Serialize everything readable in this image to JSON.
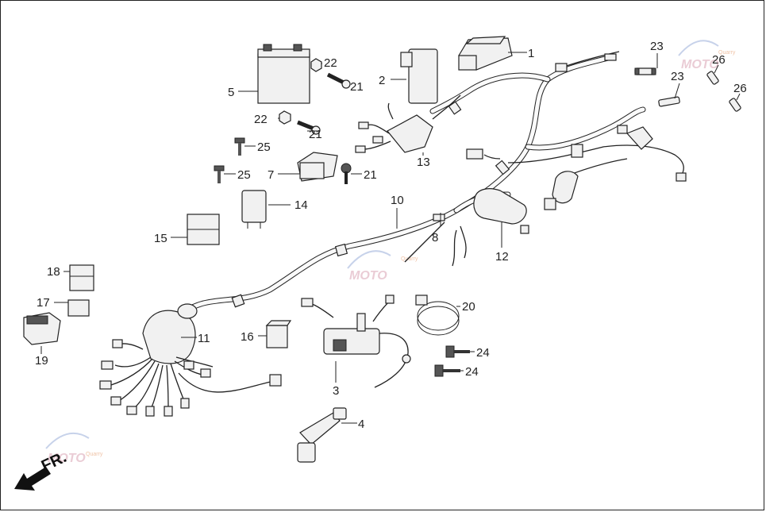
{
  "diagram": {
    "direction_label": "FR.",
    "watermark": {
      "text": "MOTO",
      "subtext": "Quarry"
    },
    "callouts": [
      {
        "id": "c1",
        "label": "1"
      },
      {
        "id": "c2",
        "label": "2"
      },
      {
        "id": "c3",
        "label": "3"
      },
      {
        "id": "c4",
        "label": "4"
      },
      {
        "id": "c5",
        "label": "5"
      },
      {
        "id": "c7",
        "label": "7"
      },
      {
        "id": "c8",
        "label": "8"
      },
      {
        "id": "c10",
        "label": "10"
      },
      {
        "id": "c11",
        "label": "11"
      },
      {
        "id": "c12",
        "label": "12"
      },
      {
        "id": "c13",
        "label": "13"
      },
      {
        "id": "c14",
        "label": "14"
      },
      {
        "id": "c15",
        "label": "15"
      },
      {
        "id": "c16",
        "label": "16"
      },
      {
        "id": "c17",
        "label": "17"
      },
      {
        "id": "c18",
        "label": "18"
      },
      {
        "id": "c19",
        "label": "19"
      },
      {
        "id": "c20",
        "label": "20"
      },
      {
        "id": "c21a",
        "label": "21"
      },
      {
        "id": "c21b",
        "label": "21"
      },
      {
        "id": "c21c",
        "label": "21"
      },
      {
        "id": "c22a",
        "label": "22"
      },
      {
        "id": "c22b",
        "label": "22"
      },
      {
        "id": "c23a",
        "label": "23"
      },
      {
        "id": "c23b",
        "label": "23"
      },
      {
        "id": "c24a",
        "label": "24"
      },
      {
        "id": "c24b",
        "label": "24"
      },
      {
        "id": "c25a",
        "label": "25"
      },
      {
        "id": "c25b",
        "label": "25"
      },
      {
        "id": "c26a",
        "label": "26"
      },
      {
        "id": "c26b",
        "label": "26"
      }
    ]
  }
}
